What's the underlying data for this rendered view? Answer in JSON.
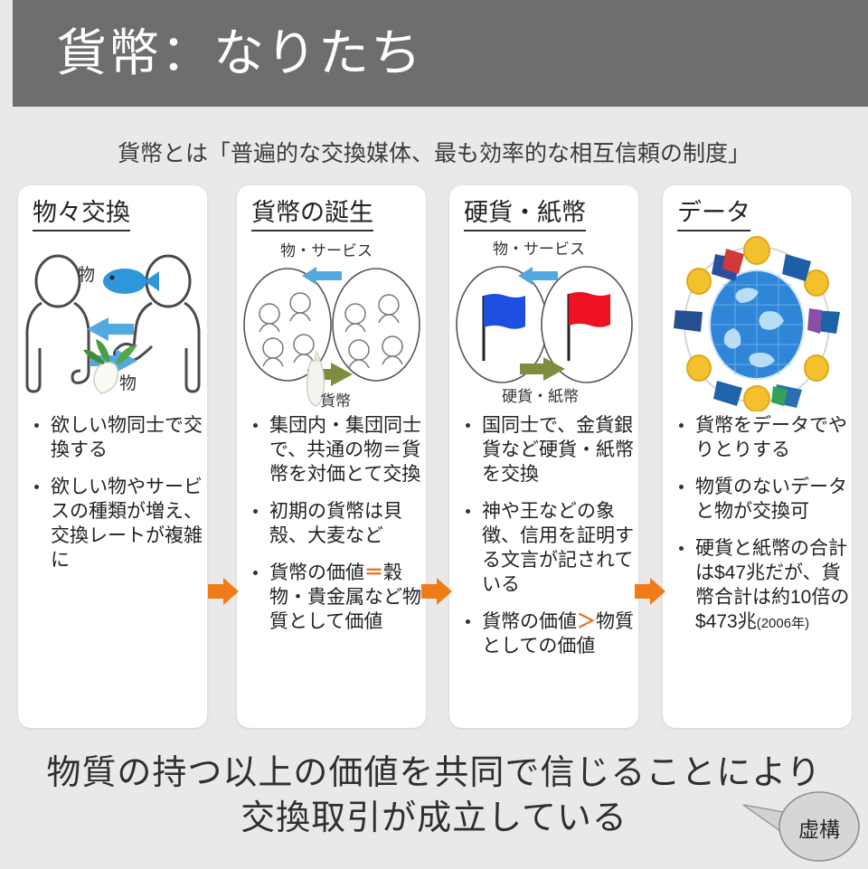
{
  "header": {
    "title": "貨幣：なりたち",
    "bar_color": "#6e6e6e"
  },
  "subtitle": "貨幣とは「普遍的な交換媒体、最も効率的な相互信頼の制度」",
  "accent_color": "#e8701a",
  "cards": [
    {
      "title": "物々交換",
      "illustration": {
        "name": "barter-two-people-icon",
        "labels": [
          "物",
          "物"
        ],
        "items": [
          "fish-icon",
          "radish-icon"
        ],
        "arrows": [
          "arrow-left-blue",
          "arrow-right-blue"
        ]
      },
      "bullets": [
        {
          "text": "欲しい物同士で交換する"
        },
        {
          "text": "欲しい物やサービスの種類が増え、交換レートが複雑に"
        }
      ]
    },
    {
      "title": "貨幣の誕生",
      "illustration": {
        "name": "two-groups-shell-icon",
        "top_label": "物・サービス",
        "bottom_label": "貨幣",
        "items": [
          "shell-icon"
        ],
        "arrows": [
          "arrow-left-blue",
          "arrow-right-olive"
        ]
      },
      "bullets": [
        {
          "pre": "集団内・集団同士で、共通の物＝貨幣を対価とて交換"
        },
        {
          "pre": "初期の貨幣は貝殻、大麦など"
        },
        {
          "pre": "貨幣の価値",
          "op": "＝",
          "post": "穀物・貴金属など物質として価値"
        }
      ]
    },
    {
      "title": "硬貨・紙幣",
      "illustration": {
        "name": "two-nations-flags-icon",
        "top_label": "物・サービス",
        "bottom_label": "硬貨・紙幣",
        "items": [
          "flag-blue-icon",
          "flag-red-icon"
        ],
        "arrows": [
          "arrow-left-blue",
          "arrow-right-olive"
        ]
      },
      "bullets": [
        {
          "pre": "国同士で、金貨銀貨など硬貨・紙幣を交換"
        },
        {
          "pre": "神や王などの象徴、信用を証明する文言が記されている"
        },
        {
          "pre": "貨幣の価値",
          "op": "＞",
          "post": "物質としての価値"
        }
      ]
    },
    {
      "title": "データ",
      "illustration": {
        "name": "globe-coins-flags-icon",
        "items": [
          "globe-icon",
          "coin-icon",
          "flag-icon"
        ]
      },
      "bullets": [
        {
          "pre": "貨幣をデータでやりとりする"
        },
        {
          "pre": "物質のないデータと物が交換可"
        },
        {
          "pre": "硬貨と紙幣の合計は$47兆だが、貨幣合計は約10倍の$473兆",
          "note": "(2006年)"
        }
      ]
    }
  ],
  "footer": {
    "line1": "物質の持つ以上の価値を共同で信じることにより",
    "line2": "交換取引が成立している",
    "bubble": "虚構"
  }
}
